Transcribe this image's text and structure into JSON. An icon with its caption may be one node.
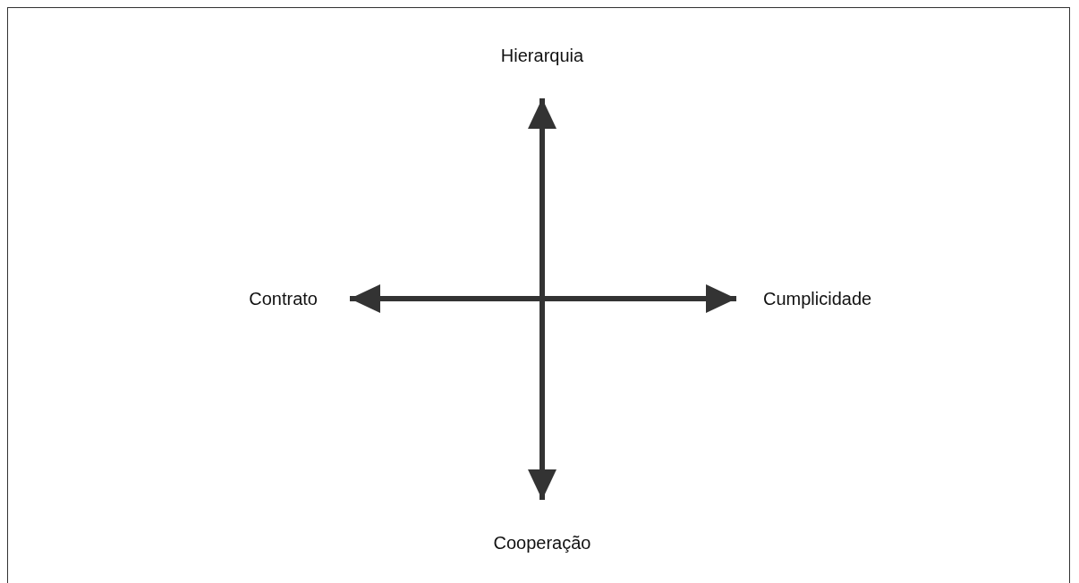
{
  "diagram": {
    "nodes": [
      {
        "text": [
          "Hierarquia"
        ]
      },
      {
        "text": [
          "Contrato"
        ]
      },
      {
        "text": [
          "Cumplicidade"
        ]
      },
      {
        "text": [
          "Cooperação"
        ]
      }
    ],
    "edges": [
      {
        "from": 0,
        "to": 3,
        "arrow": "both"
      },
      {
        "from": 1,
        "to": 2,
        "arrow": "both"
      }
    ]
  }
}
